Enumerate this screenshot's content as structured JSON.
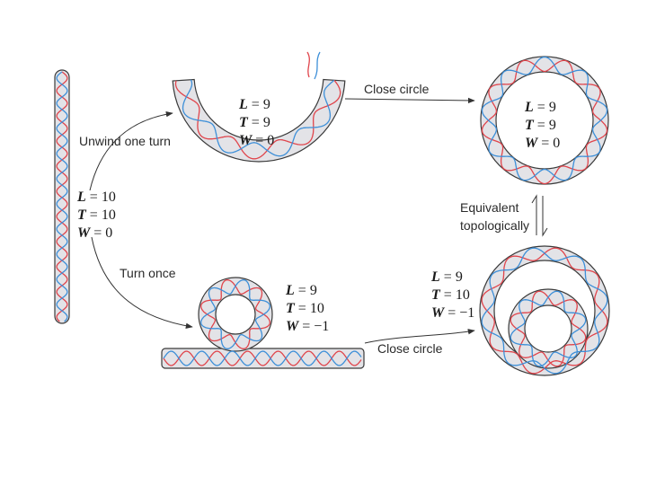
{
  "labels": {
    "unwind": "Unwind one turn",
    "turn": "Turn once",
    "close_top": "Close circle",
    "close_bottom": "Close circle",
    "equiv_line1": "Equivalent",
    "equiv_line2": "topologically"
  },
  "states": {
    "straight": {
      "L": "10",
      "T": "10",
      "W": "0"
    },
    "arc": {
      "L": "9",
      "T": "9",
      "W": "0"
    },
    "ring": {
      "L": "9",
      "T": "9",
      "W": "0"
    },
    "loop": {
      "L": "9",
      "T": "10",
      "W": "−1"
    },
    "double_ring": {
      "L": "9",
      "T": "10",
      "W": "−1"
    }
  },
  "colors": {
    "strand_a": "#e0454c",
    "strand_b": "#3d8fd8",
    "tube_fill": "#e3e3e7",
    "tube_edge": "#3a3a3a"
  }
}
